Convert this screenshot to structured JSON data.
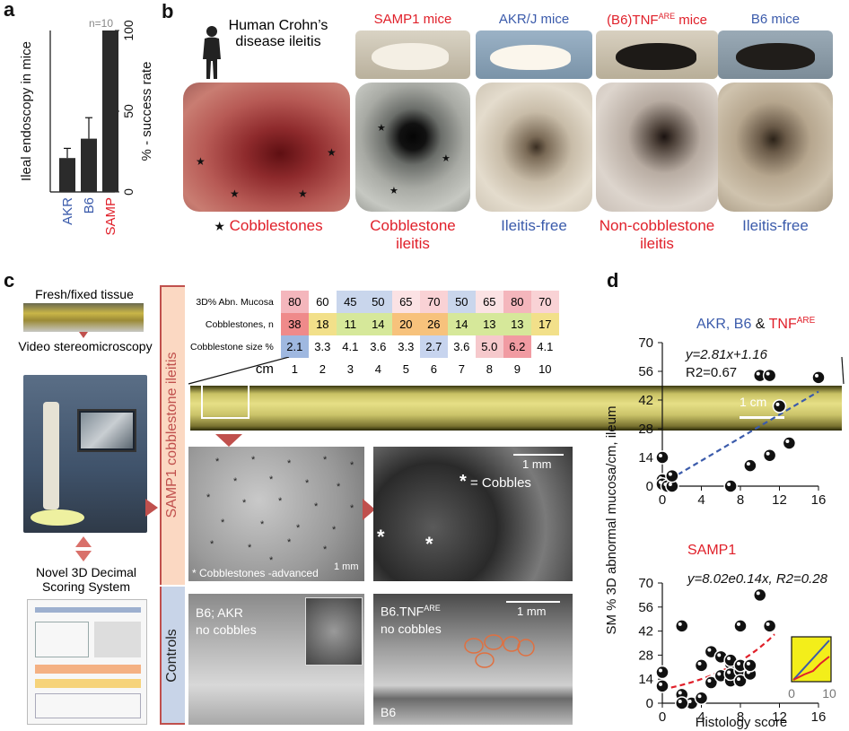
{
  "labels": {
    "a": "a",
    "b": "b",
    "c": "c",
    "d": "d"
  },
  "panel_a": {
    "ylabel": "Ileal endoscopy in mice",
    "y2label": "% - success rate",
    "n_label": "n=10",
    "ticks": [
      "0",
      "50",
      "100"
    ],
    "categories": [
      "AKR",
      "B6",
      "SAMP"
    ],
    "values": [
      21,
      33,
      100
    ],
    "errors": [
      6,
      13,
      0
    ],
    "colors": [
      "#3b5bab",
      "#3b5bab",
      "#e0202a"
    ]
  },
  "panel_b": {
    "human_title": "Human Crohn’s disease ileitis",
    "mice": [
      "SAMP1 mice",
      "AKR/J mice",
      "(B6)TNF",
      "B6 mice"
    ],
    "are": "ARE",
    "mouse_colors": [
      "#e0202a",
      "#3b5bab",
      "#e0202a",
      "#3b5bab"
    ],
    "legend_star": "★",
    "legend_text": "Cobblestones",
    "captions": [
      "Cobblestone ileitis",
      "Ileitis-free",
      "Non-cobblestone ileitis",
      "Ileitis-free"
    ],
    "caption_colors": [
      "#e0202a",
      "#3b5bab",
      "#e0202a",
      "#3b5bab"
    ]
  },
  "panel_c": {
    "left": {
      "fresh": "Fresh/fixed tissue",
      "video": "Video stereomicroscopy",
      "novel": "Novel 3D Decimal Scoring System"
    },
    "side_label": "SAMP1 cobblestone ileitis",
    "controls_label": "Controls",
    "table": {
      "rows": [
        {
          "label": "3D% Abn. Mucosa",
          "values": [
            "80",
            "60",
            "45",
            "50",
            "65",
            "70",
            "50",
            "65",
            "80",
            "70"
          ]
        },
        {
          "label": "Cobblestones, n",
          "values": [
            "38",
            "18",
            "11",
            "14",
            "20",
            "26",
            "14",
            "13",
            "13",
            "17"
          ]
        },
        {
          "label": "Cobblestone size %",
          "values": [
            "2.1",
            "3.3",
            "4.1",
            "3.6",
            "3.3",
            "2.7",
            "3.6",
            "5.0",
            "6.2",
            "4.1"
          ]
        }
      ],
      "cm_label": "cm",
      "cm": [
        "1",
        "2",
        "3",
        "4",
        "5",
        "6",
        "7",
        "8",
        "9",
        "10"
      ]
    },
    "scale_1cm": "1 cm",
    "scale_1mm": "1 mm",
    "cobbles_label": "= Cobbles",
    "advanced_label": "Cobblestones -advanced",
    "b6_akr": "B6; AKR",
    "no_cobbles": "no cobbles",
    "b6tnf": "B6.TNF",
    "are": "ARE",
    "b6": "B6"
  },
  "panel_d": {
    "ylabel": "SM % 3D abnormal mucosa/cm, ileum",
    "xlabel": "Histology score",
    "top": {
      "title_a": "AKR, B6",
      "title_amp": " & ",
      "title_b": "TNF",
      "title_sup": "ARE",
      "eq": "y=2.81x+1.16",
      "r2": "R2=0.67",
      "points": [
        [
          0,
          14
        ],
        [
          0,
          3
        ],
        [
          0,
          1
        ],
        [
          0.5,
          0
        ],
        [
          1,
          0
        ],
        [
          1,
          5
        ],
        [
          7,
          0
        ],
        [
          9,
          10
        ],
        [
          10,
          54
        ],
        [
          11,
          54
        ],
        [
          11,
          15
        ],
        [
          12,
          39
        ],
        [
          13,
          21
        ],
        [
          16,
          53
        ]
      ],
      "yticks": [
        "0",
        "14",
        "28",
        "42",
        "56",
        "70"
      ],
      "xticks": [
        "0",
        "4",
        "8",
        "12",
        "16"
      ]
    },
    "bottom": {
      "title": "SAMP1",
      "eq": "y=8.02e0.14x, R2=0.28",
      "points": [
        [
          0,
          18
        ],
        [
          0,
          10
        ],
        [
          2,
          45
        ],
        [
          2,
          5
        ],
        [
          3,
          0
        ],
        [
          2,
          0
        ],
        [
          4,
          3
        ],
        [
          4,
          22
        ],
        [
          5,
          30
        ],
        [
          5,
          12
        ],
        [
          6,
          27
        ],
        [
          6,
          16
        ],
        [
          7,
          23
        ],
        [
          7,
          13
        ],
        [
          7,
          25
        ],
        [
          7,
          17
        ],
        [
          8,
          19
        ],
        [
          8,
          45
        ],
        [
          8,
          22
        ],
        [
          8,
          13
        ],
        [
          9,
          17
        ],
        [
          9,
          22
        ],
        [
          10,
          63
        ],
        [
          11,
          45
        ]
      ],
      "yticks": [
        "0",
        "14",
        "28",
        "42",
        "56",
        "70"
      ],
      "xticks": [
        "0",
        "4",
        "8",
        "12",
        "16"
      ],
      "inset_ticks": [
        "0",
        "10"
      ]
    }
  }
}
